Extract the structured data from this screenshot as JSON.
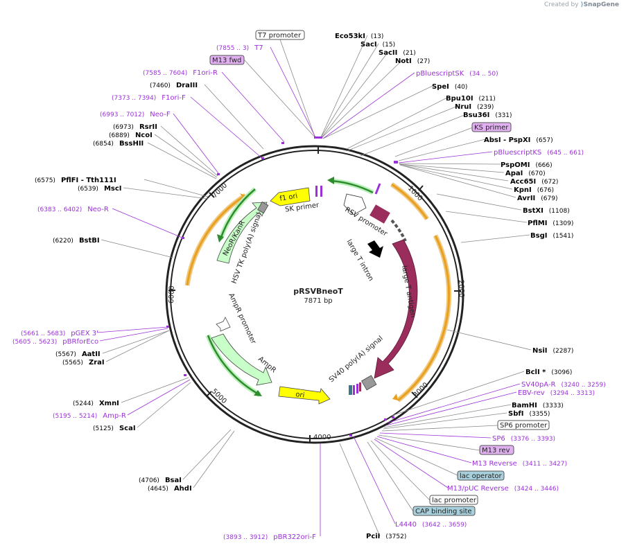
{
  "app": {
    "brand_prefix": "Created by",
    "brand_name": "SnapGene"
  },
  "plasmid": {
    "name": "pRSVBneoT",
    "length": "7871 bp"
  },
  "ticks": [
    {
      "label": "1000",
      "pos": 1000
    },
    {
      "label": "2000",
      "pos": 2000
    },
    {
      "label": "3000",
      "pos": 3000
    },
    {
      "label": "4000",
      "pos": 4000
    },
    {
      "label": "5000",
      "pos": 5000
    },
    {
      "label": "6000",
      "pos": 6000
    },
    {
      "label": "7000",
      "pos": 7000
    }
  ],
  "enzymes": [
    {
      "name": "Eco53kI",
      "site": "(13)"
    },
    {
      "name": "SacI",
      "site": "(15)"
    },
    {
      "name": "SacII",
      "site": "(21)"
    },
    {
      "name": "NotI",
      "site": "(27)"
    },
    {
      "name": "SpeI",
      "site": "(40)"
    },
    {
      "name": "Bpu10I",
      "site": "(211)"
    },
    {
      "name": "NruI",
      "site": "(239)"
    },
    {
      "name": "Bsu36I",
      "site": "(331)"
    },
    {
      "name": "AbsI  -  PspXI",
      "site": "(657)"
    },
    {
      "name": "PspOMI",
      "site": "(666)"
    },
    {
      "name": "ApaI",
      "site": "(670)"
    },
    {
      "name": "Acc65I",
      "site": "(672)"
    },
    {
      "name": "KpnI",
      "site": "(676)"
    },
    {
      "name": "AvrII",
      "site": "(679)"
    },
    {
      "name": "BstXI",
      "site": "(1108)"
    },
    {
      "name": "PflMI",
      "site": "(1309)"
    },
    {
      "name": "BsgI",
      "site": "(1541)"
    },
    {
      "name": "NsiI",
      "site": "(2287)"
    },
    {
      "name": "BclI *",
      "site": "(3096)"
    },
    {
      "name": "BamHI",
      "site": "(3333)"
    },
    {
      "name": "SbfI",
      "site": "(3355)"
    },
    {
      "name": "PciI",
      "site": "(3752)"
    },
    {
      "name": "BsaI",
      "site": "(4706)"
    },
    {
      "name": "AhdI",
      "site": "(4645)"
    },
    {
      "name": "XmnI",
      "site": "(5244)"
    },
    {
      "name": "ScaI",
      "site": "(5125)"
    },
    {
      "name": "AatII",
      "site": "(5567)"
    },
    {
      "name": "ZraI",
      "site": "(5565)"
    },
    {
      "name": "BstBI",
      "site": "(6220)"
    },
    {
      "name": "PflFI  -  Tth111I",
      "site": "(6575)"
    },
    {
      "name": "MscI",
      "site": "(6539)"
    },
    {
      "name": "RsrII",
      "site": "(6973)"
    },
    {
      "name": "NcoI",
      "site": "(6889)"
    },
    {
      "name": "BssHII",
      "site": "(6854)"
    },
    {
      "name": "DraIII",
      "site": "(7460)"
    }
  ],
  "primers": [
    {
      "name": "T7",
      "site": "(7855 .. 3)"
    },
    {
      "name": "F1ori-R",
      "site": "(7585 .. 7604)"
    },
    {
      "name": "F1ori-F",
      "site": "(7373 .. 7394)"
    },
    {
      "name": "Neo-F",
      "site": "(6993 .. 7012)"
    },
    {
      "name": "Neo-R",
      "site": "(6383 .. 6402)"
    },
    {
      "name": "pGEX 3'",
      "site": "(5661 .. 5683)"
    },
    {
      "name": "pBRforEco",
      "site": "(5605 .. 5623)"
    },
    {
      "name": "Amp-R",
      "site": "(5195 .. 5214)"
    },
    {
      "name": "pBR322ori-F",
      "site": "(3893 .. 3912)"
    },
    {
      "name": "pBluescriptSK",
      "site": "(34 .. 50)"
    },
    {
      "name": "pBluescriptKS",
      "site": "(645 .. 661)"
    },
    {
      "name": "SV40pA-R",
      "site": "(3240 .. 3259)"
    },
    {
      "name": "EBV-rev",
      "site": "(3294 .. 3313)"
    },
    {
      "name": "SP6",
      "site": "(3376 .. 3393)"
    },
    {
      "name": "M13 Reverse",
      "site": "(3411 .. 3427)"
    },
    {
      "name": "M13/pUC Reverse",
      "site": "(3424 .. 3446)"
    },
    {
      "name": "L4440",
      "site": "(3642 .. 3659)"
    }
  ],
  "boxed": [
    {
      "name": "T7 promoter"
    },
    {
      "name": "M13 fwd"
    },
    {
      "name": "KS primer"
    },
    {
      "name": "SP6 promoter"
    },
    {
      "name": "M13 rev"
    },
    {
      "name": "lac operator"
    },
    {
      "name": "lac promoter"
    },
    {
      "name": "CAP binding site"
    }
  ],
  "features": [
    {
      "name": "f1 ori"
    },
    {
      "name": "SK primer"
    },
    {
      "name": "RSV promoter"
    },
    {
      "name": "large T intron"
    },
    {
      "name": "large T antigen"
    },
    {
      "name": "SV40 poly(A) signal"
    },
    {
      "name": "ori"
    },
    {
      "name": "AmpR"
    },
    {
      "name": "AmpR promoter"
    },
    {
      "name": "NeoR/KanR"
    },
    {
      "name": "HSV TK poly(A) signal"
    }
  ],
  "colors": {
    "primer": "#9b30d9",
    "enzyme": "#000000",
    "f1ori": "#ffff00",
    "large_t": "#9b2d5c",
    "neo": "#c8ffc8",
    "orf": "#f0a830",
    "orf_green": "#2e8b2e",
    "lac": "#a8d0dc",
    "kspurple": "#e0b0f0",
    "arrow_white": "#ffffff"
  }
}
